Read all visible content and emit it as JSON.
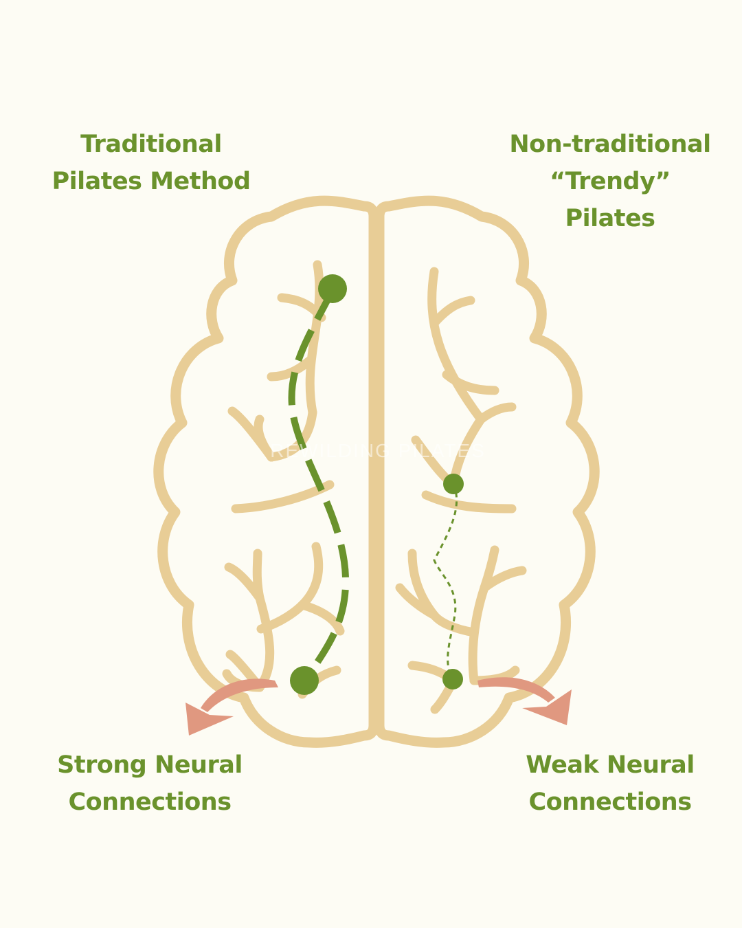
{
  "labels": {
    "top_left": [
      "Traditional",
      "Pilates Method"
    ],
    "top_right": [
      "Non-traditional",
      "“Trendy”",
      "Pilates"
    ],
    "bottom_left": [
      "Strong Neural",
      "Connections"
    ],
    "bottom_right": [
      "Weak Neural",
      "Connections"
    ]
  },
  "watermark": "REWILDING PILATES",
  "colors": {
    "background": "#fdfcf4",
    "brain": "#e8cd96",
    "text": "#6a922c",
    "pathway": "#6a922c",
    "arrow": "#e09880"
  },
  "icons": {
    "brain": "brain-outline",
    "arrows": "curved-arrow"
  }
}
